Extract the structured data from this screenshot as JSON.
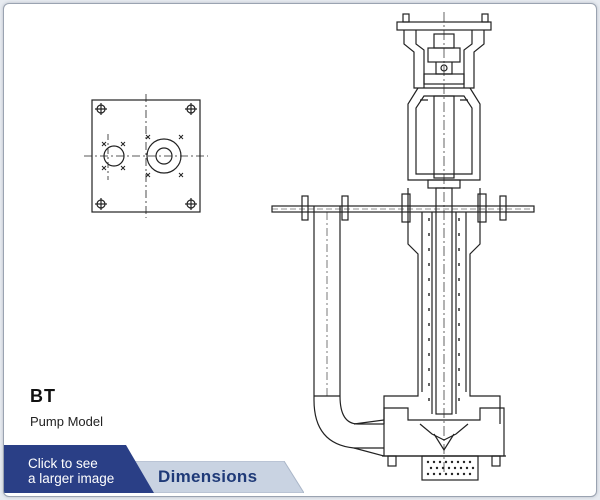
{
  "product": {
    "model_code": "BT",
    "model_label": "Pump Model"
  },
  "actions": {
    "enlarge_label_line1": "Click to see",
    "enlarge_label_line2": "a larger image",
    "dimensions_tab_label": "Dimensions"
  },
  "colors": {
    "panel_bg": "#ffffff",
    "frame_border": "#9aa3b1",
    "cta_bg": "#2a3f86",
    "tab_bg": "#c9d3e2",
    "tab_text": "#1f3a78",
    "line": "#222222"
  },
  "icons": {
    "flange_plan": "mounting-plate-plan-view",
    "pump_section": "vertical-pump-cross-section"
  }
}
